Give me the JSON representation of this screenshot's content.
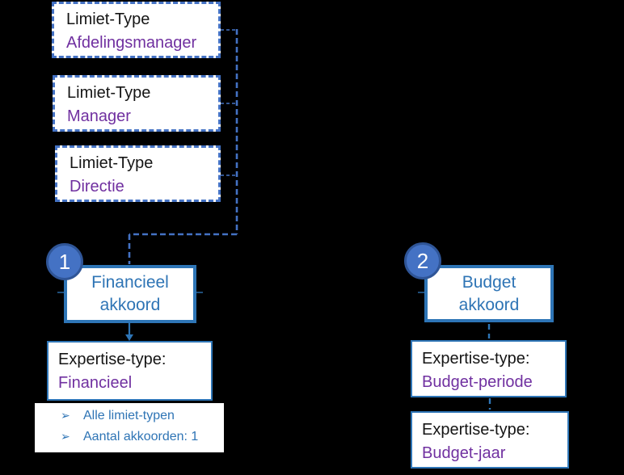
{
  "diagram": {
    "limit_boxes": [
      {
        "label": "Limiet-Type",
        "value": "Afdelingsmanager"
      },
      {
        "label": "Limiet-Type",
        "value": "Manager"
      },
      {
        "label": "Limiet-Type",
        "value": "Directie"
      }
    ],
    "approval_1": {
      "badge": "1",
      "title_line1": "Financieel",
      "title_line2": "akkoord",
      "expertise": {
        "label": "Expertise-type:",
        "value": "Financieel"
      },
      "notes": {
        "bullet": "➢",
        "items": [
          "Alle limiet-typen",
          "Aantal akkoorden: 1"
        ]
      }
    },
    "approval_2": {
      "badge": "2",
      "title_line1": "Budget",
      "title_line2": "akkoord",
      "expertise_boxes": [
        {
          "label": "Expertise-type:",
          "value": "Budget-periode"
        },
        {
          "label": "Expertise-type:",
          "value": "Budget-jaar"
        }
      ]
    },
    "colors": {
      "background": "#000000",
      "box_fill": "#FFFFFF",
      "dashed_border_blue": "#4472C4",
      "solid_border_blue": "#2E75B6",
      "accent_text_blue": "#2E74B5",
      "value_text_purple": "#7030A0",
      "label_text_black": "#151515",
      "badge_fill": "#4472C4",
      "badge_border": "#2F5597",
      "badge_text": "#FFFFFF",
      "tick_dark_blue": "#1F4E79"
    }
  }
}
